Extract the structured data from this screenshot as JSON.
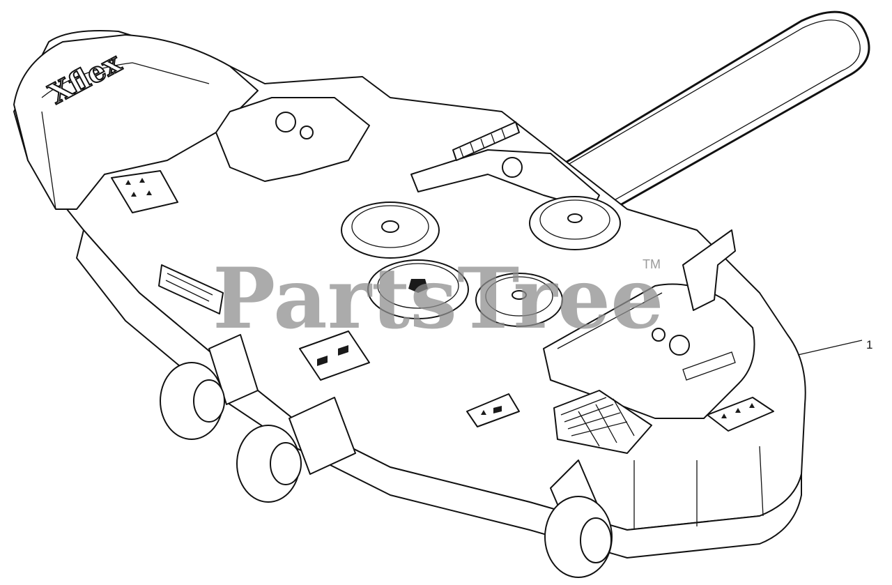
{
  "watermark": {
    "brand": "PartsTree",
    "trademark": "TM"
  },
  "deck_logo": "Xflex",
  "callouts": [
    {
      "label": "1",
      "part": "mower deck assembly"
    }
  ],
  "colors": {
    "line": "#111111",
    "background": "#ffffff",
    "watermark": "#8f8f8f"
  }
}
